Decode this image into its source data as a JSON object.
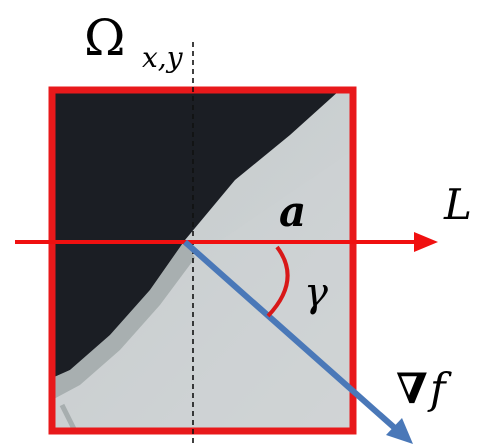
{
  "labels": {
    "omega": "Ω",
    "subscript": "x,y",
    "a": "a",
    "L": "L",
    "gamma": "γ",
    "nabla": "∇",
    "f": "f"
  },
  "colors": {
    "frame": "#e8191b",
    "line_L": "#f01010",
    "gradient_arrow": "#4a78b8",
    "angle_arc": "#d81818",
    "dark_region": "#1a1d22",
    "light_region": "#c9cfd0",
    "guide_line": "#000000"
  },
  "icons": {
    "arrowheads": "triangle-arrowhead"
  }
}
